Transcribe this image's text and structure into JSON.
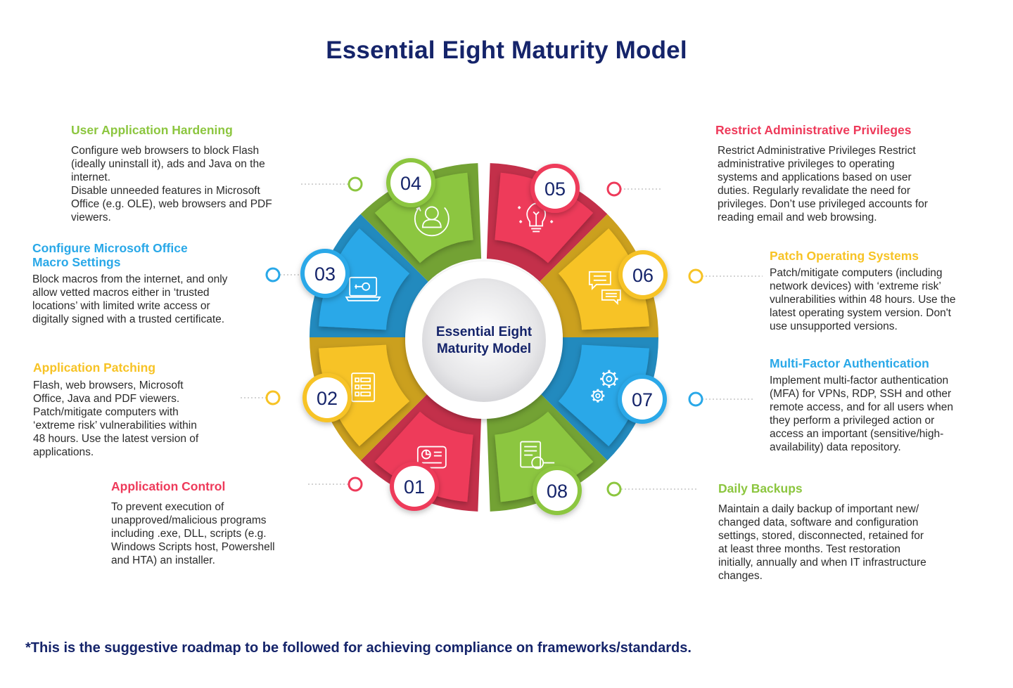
{
  "title": "Essential Eight Maturity Model",
  "center_label": [
    "Essential Eight",
    "Maturity Model"
  ],
  "colors": {
    "navy": "#15246a",
    "red": "#ee3a5a",
    "green": "#8cc63f",
    "blue": "#29a8e8",
    "yellow": "#f7c325"
  },
  "items": [
    {
      "number": "01",
      "heading": "Application Control",
      "text": "To prevent execution of\nunapproved/malicious programs\nincluding .exe, DLL, scripts (e.g.\nWindows Scripts host, Powershell\nand HTA) an installer.",
      "color": "#ee3a5a",
      "icon": "dashboard-icon"
    },
    {
      "number": "02",
      "heading": "Application Patching",
      "text": "Flash, web browsers, Microsoft\nOffice, Java and PDF viewers.\nPatch/mitigate computers with\n‘extreme risk’ vulnerabilities within\n48 hours. Use the latest version of\napplications.",
      "color": "#f7c325",
      "icon": "checklist-icon"
    },
    {
      "number": "03",
      "heading": "Configure Microsoft Office Macro Settings",
      "text": "Block macros from the internet, and only\nallow vetted macros either in ‘trusted\nlocations’ with limited write access or\ndigitally signed with a trusted certificate.",
      "color": "#29a8e8",
      "icon": "laptop-icon"
    },
    {
      "number": "04",
      "heading": "User Application Hardening",
      "text": "Configure web browsers to block Flash\n(ideally uninstall it), ads and Java on the\ninternet.\nDisable unneeded features in Microsoft\nOffice (e.g. OLE), web browsers and PDF\nviewers.",
      "color": "#8cc63f",
      "icon": "user-refresh-icon"
    },
    {
      "number": "05",
      "heading": "Restrict Administrative Privileges",
      "text": "Restrict Administrative Privileges Restrict\nadministrative privileges to operating\nsystems and applications based on user\nduties. Regularly revalidate the need for\nprivileges. Don’t use privileged accounts for\nreading email and web browsing.",
      "color": "#ee3a5a",
      "icon": "lightbulb-icon"
    },
    {
      "number": "06",
      "heading": "Patch Operating Systems",
      "text": "Patch/mitigate computers (including\nnetwork devices) with ‘extreme risk’\nvulnerabilities within 48 hours. Use the\nlatest operating system version. Don't\nuse unsupported versions.",
      "color": "#f7c325",
      "icon": "chat-icon"
    },
    {
      "number": "07",
      "heading": "Multi-Factor Authentication",
      "text": "Implement multi-factor authentication\n(MFA) for VPNs, RDP, SSH and other\nremote access, and for all users when\nthey perform a privileged action or\naccess an important (sensitive/high-\navailability) data repository.",
      "color": "#29a8e8",
      "icon": "gears-icon"
    },
    {
      "number": "08",
      "heading": "Daily Backups",
      "text": "Maintain a daily backup of important new/\nchanged data, software and configuration\nsettings, stored, disconnected, retained for\nat least three months. Test restoration\ninitially, annually and when IT infrastructure\nchanges.",
      "color": "#8cc63f",
      "icon": "document-search-icon"
    }
  ],
  "footnote": "*This is the suggestive roadmap to be followed for achieving compliance on frameworks/standards."
}
